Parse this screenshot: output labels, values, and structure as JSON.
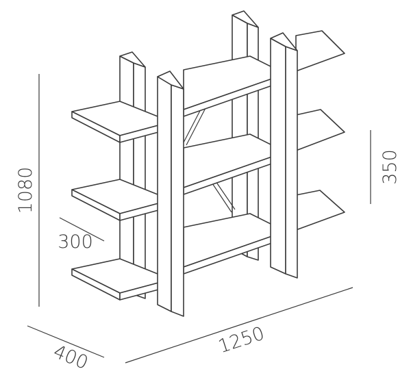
{
  "dimensions": {
    "height": "1080",
    "width": "1250",
    "depth": "400",
    "shelf_depth": "300",
    "shelf_spacing": "350"
  }
}
